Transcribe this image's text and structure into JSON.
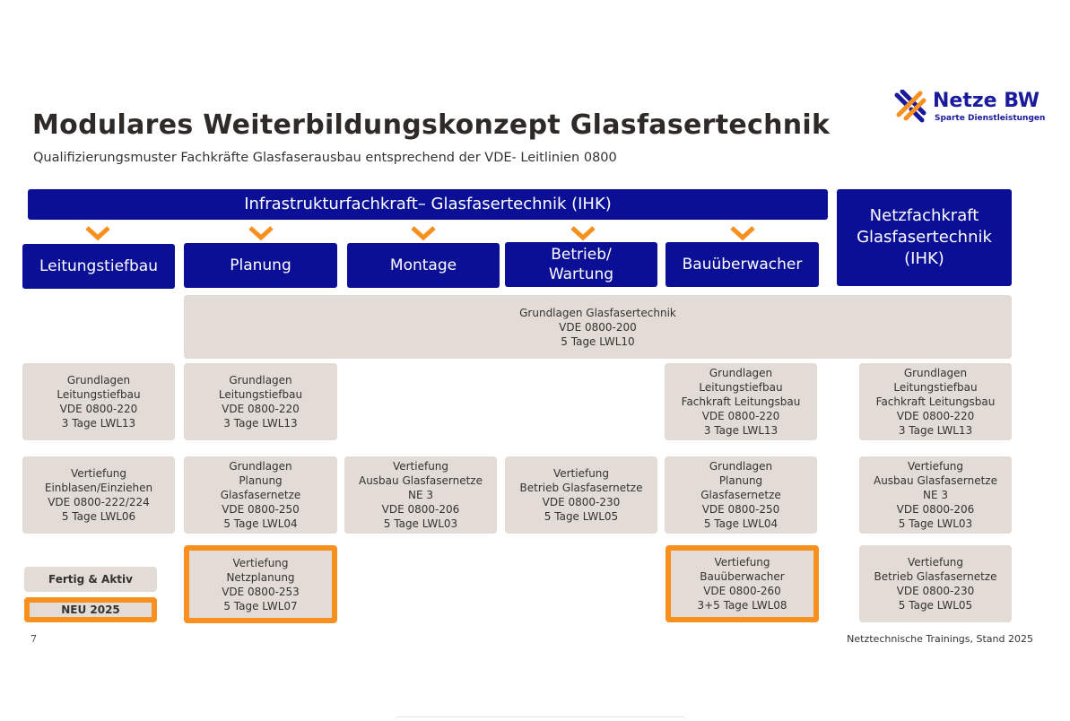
{
  "title": "Modulares Weiterbildungskonzept Glasfasertechnik",
  "subtitle": "Qualifizierungsmuster Fachkräfte Glasfaserausbau entsprechend der VDE- Leitlinien 0800",
  "logo": {
    "name": "Netze BW",
    "sub": "Sparte Dienstleistungen"
  },
  "header_bar": "Infrastrukturfachkraft– Glasfasertechnik (IHK)",
  "netzfachkraft": "Netzfachkraft\nGlasfasertechnik\n(IHK)",
  "categories": [
    "Leitungstiefbau",
    "Planung",
    "Montage",
    "Betrieb/\nWartung",
    "Bauüberwacher"
  ],
  "grundlagen_wide": "Grundlagen Glasfasertechnik\nVDE 0800-200\n5 Tage LWL10",
  "modules": {
    "r2c1": "Grundlagen\nLeitungstiefbau\nVDE 0800-220\n3 Tage LWL13",
    "r2c2": "Grundlagen\nLeitungstiefbau\nVDE 0800-220\n3 Tage LWL13",
    "r2c5": "Grundlagen\nLeitungstiefbau\nFachkraft Leitungsbau\nVDE 0800-220\n3 Tage LWL13",
    "r2c6": "Grundlagen\nLeitungstiefbau\nFachkraft Leitungsbau\nVDE 0800-220\n3 Tage LWL13",
    "r3c1": "Vertiefung\nEinblasen/Einziehen\nVDE 0800-222/224\n5 Tage LWL06",
    "r3c2": "Grundlagen\nPlanung\nGlasfasernetze\nVDE 0800-250\n5 Tage LWL04",
    "r3c3": "Vertiefung\nAusbau Glasfasernetze\nNE 3\nVDE 0800-206\n5 Tage LWL03",
    "r3c4": "Vertiefung\nBetrieb Glasfasernetze\nVDE 0800-230\n5 Tage LWL05",
    "r3c5": "Grundlagen\nPlanung\nGlasfasernetze\nVDE 0800-250\n5 Tage LWL04",
    "r3c6": "Vertiefung\nAusbau Glasfasernetze\nNE 3\nVDE 0800-206\n5 Tage LWL03",
    "r4c2": "Vertiefung\nNetzplanung\nVDE 0800-253\n5 Tage LWL07",
    "r4c5": "Vertiefung\nBauüberwacher\nVDE 0800-260\n3+5 Tage LWL08",
    "r4c6": "Vertiefung\nBetrieb Glasfasernetze\nVDE 0800-230\n5 Tage LWL05"
  },
  "legend": {
    "active": "Fertig & Aktiv",
    "new": "NEU 2025"
  },
  "footer": {
    "page": "7",
    "right": "Netztechnische Trainings, Stand 2025"
  },
  "colors": {
    "navy": "#0b0f96",
    "beige": "#e3dbd5",
    "orange": "#f7901e"
  }
}
